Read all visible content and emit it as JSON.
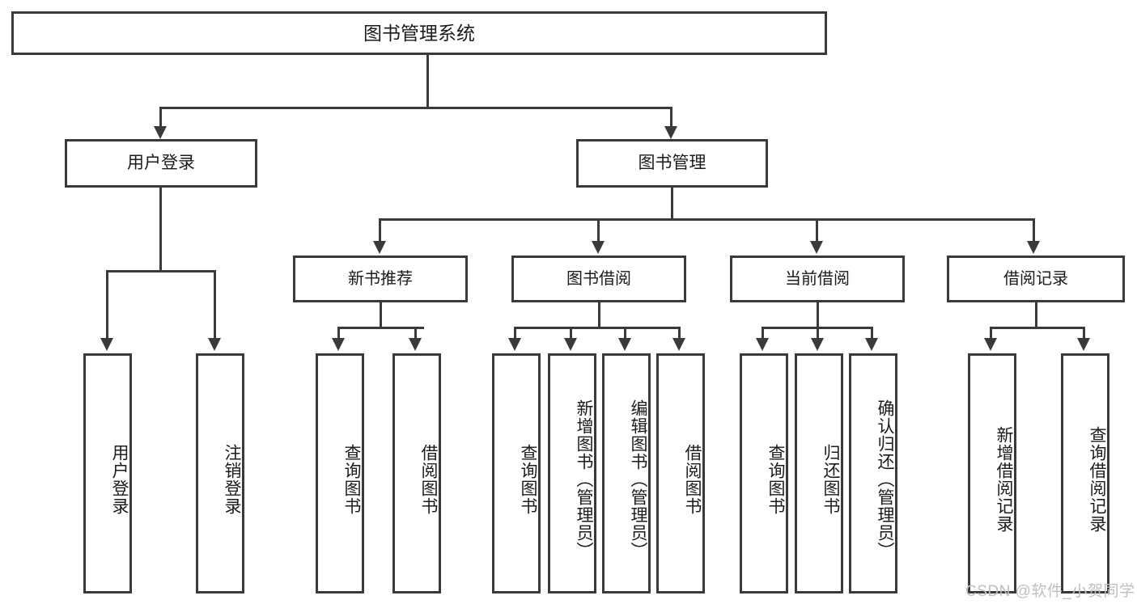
{
  "diagram": {
    "type": "tree-hierarchy",
    "title": "图书管理系统",
    "watermark": "CSDN @软件_小贺同学",
    "theme": {
      "background": "#ffffff",
      "box_border": "#3a3a3a",
      "box_fill": "#ffffff",
      "text": "#1b1b1b",
      "connector": "#3a3a3a",
      "watermark_color": "#bfbfbf"
    },
    "root": {
      "label": "图书管理系统"
    },
    "level1": [
      {
        "label": "用户登录"
      },
      {
        "label": "图书管理"
      }
    ],
    "level2": [
      {
        "label": "新书推荐"
      },
      {
        "label": "图书借阅"
      },
      {
        "label": "当前借阅"
      },
      {
        "label": "借阅记录"
      }
    ],
    "leaves": {
      "user_login": [
        {
          "label": "用户登录"
        },
        {
          "label": "注销登录"
        }
      ],
      "new_book_recommend": [
        {
          "label": "查询图书"
        },
        {
          "label": "借阅图书"
        }
      ],
      "book_borrow": [
        {
          "label": "查询图书"
        },
        {
          "label": "新增图书（管理员）"
        },
        {
          "label": "编辑图书（管理员）"
        },
        {
          "label": "借阅图书"
        }
      ],
      "current_borrow": [
        {
          "label": "查询图书"
        },
        {
          "label": "归还图书"
        },
        {
          "label": "确认归还（管理员）"
        }
      ],
      "borrow_records": [
        {
          "label": "新增借阅记录"
        },
        {
          "label": "查询借阅记录"
        }
      ]
    }
  }
}
